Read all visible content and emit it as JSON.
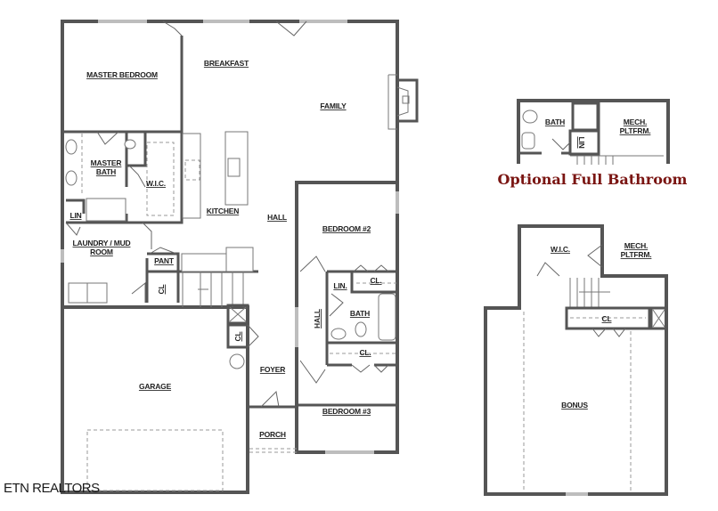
{
  "main_floor": {
    "rooms": {
      "master_bedroom": "MASTER BEDROOM",
      "breakfast": "BREAKFAST",
      "family": "FAMILY",
      "master_bath_line1": "MASTER",
      "master_bath_line2": "BATH",
      "wic": "W.I.C.",
      "kitchen": "KITCHEN",
      "hall": "HALL",
      "lin": "LIN",
      "laundry_line1": "LAUNDRY / MUD",
      "laundry_line2": "ROOM",
      "pant": "PANT",
      "cl_laundry": "CL",
      "bedroom2": "BEDROOM #2",
      "lin2": "LIN.",
      "cl_bed2": "CL.",
      "hall_vertical": "HALL",
      "bath": "BATH",
      "cl_bed3": "CL.",
      "cl_foyer": "CL",
      "garage": "GARAGE",
      "foyer": "FOYER",
      "bedroom3": "BEDROOM #3",
      "porch": "PORCH"
    }
  },
  "optional_bath": {
    "rooms": {
      "bath": "BATH",
      "lin": "LIN",
      "mech_line1": "MECH.",
      "mech_line2": "PLTFRM."
    },
    "title": "Optional Full Bathroom",
    "title_color": "#7a1512"
  },
  "upper_floor": {
    "rooms": {
      "wic": "W.I.C.",
      "mech_line1": "MECH.",
      "mech_line2": "PLTFRM.",
      "cl": "CL",
      "bonus": "BONUS"
    }
  },
  "watermark": "ETN REALTORS",
  "colors": {
    "wall": "#555555",
    "label": "#222222",
    "accent_title": "#7a1512"
  }
}
